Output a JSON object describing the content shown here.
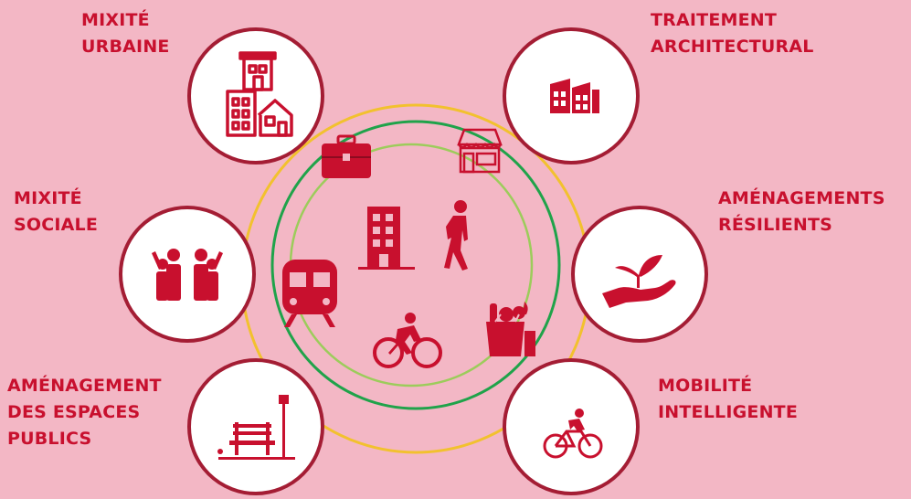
{
  "colors": {
    "background": "#f3b7c5",
    "accent": "#c8102e",
    "bubble_border": "#a41d34",
    "ring_outer": "#f2c12e",
    "ring_middle": "#1fa34a",
    "ring_inner": "#9ccc5b"
  },
  "features": [
    {
      "id": "mixite-urbaine",
      "label": "MIXITÉ\nURBAINE",
      "icon": "buildings-icon"
    },
    {
      "id": "traitement-architectural",
      "label": "TRAITEMENT\nARCHITECTURAL",
      "icon": "architecture-icon"
    },
    {
      "id": "mixite-sociale",
      "label": "MIXITÉ\nSOCIALE",
      "icon": "people-icon"
    },
    {
      "id": "amenagements-resilients",
      "label": "AMÉNAGEMENTS\nRÉSILIENTS",
      "icon": "plant-hand-icon"
    },
    {
      "id": "amenagement-espaces-publics",
      "label": "AMÉNAGEMENT\nDES ESPACES\nPUBLICS",
      "icon": "park-bench-icon"
    },
    {
      "id": "mobilite-intelligente",
      "label": "MOBILITÉ\nINTELLIGENTE",
      "icon": "bicycle-icon"
    }
  ],
  "center_icons": [
    "briefcase-icon",
    "shop-icon",
    "building-icon",
    "pedestrian-icon",
    "train-icon",
    "cyclist-icon",
    "groceries-icon"
  ]
}
